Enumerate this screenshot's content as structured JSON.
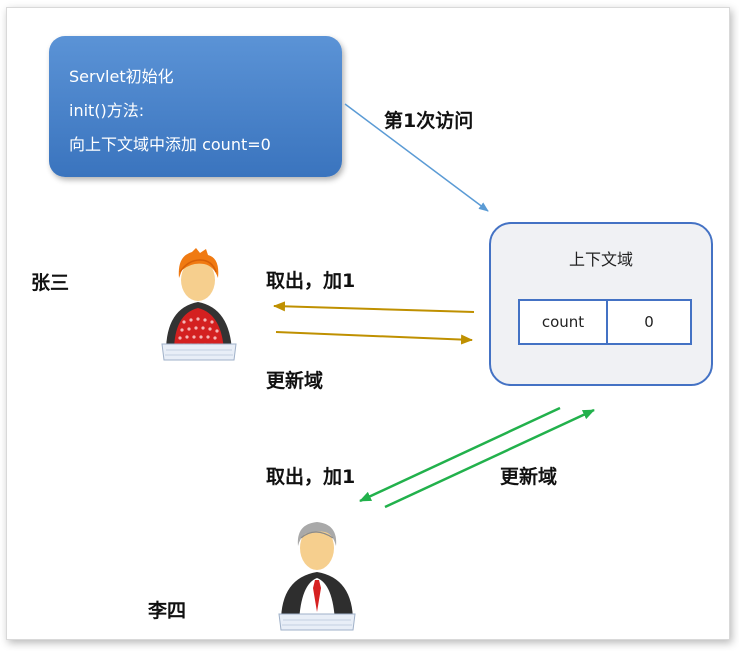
{
  "servlet_box": {
    "lines": [
      "Servlet初始化",
      "init()方法:",
      "向上下文域中添加 count=0"
    ]
  },
  "first_access_label": "第1次访问",
  "context": {
    "title": "上下文域",
    "key": "count",
    "value": "0"
  },
  "zhangsan": {
    "name": "张三",
    "take_label": "取出，加1",
    "update_label": "更新域"
  },
  "lisi": {
    "name": "李四",
    "take_label": "取出，加1",
    "update_label": "更新域"
  },
  "colors": {
    "blue_arrow": "#5b9bd5",
    "gold_arrow": "#bf9000",
    "green_arrow": "#22b14c",
    "box_blue": "#3a74be",
    "border_blue": "#4472c4"
  },
  "icons": [
    "user-orange-hair-icon",
    "user-grey-hair-icon"
  ]
}
